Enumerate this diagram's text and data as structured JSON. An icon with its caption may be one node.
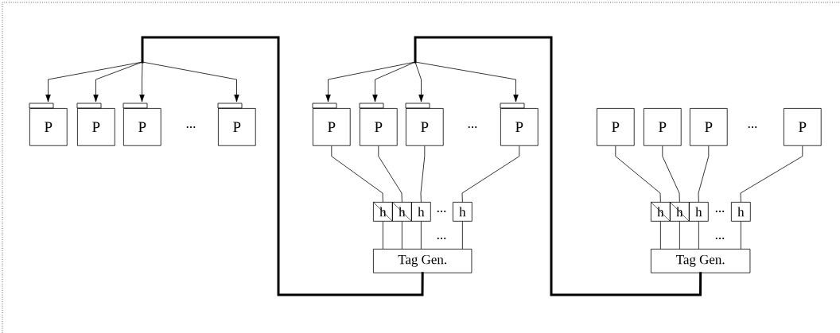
{
  "diagram": {
    "nodes": [
      {
        "text": [
          "P"
        ]
      },
      {
        "text": [
          "P"
        ]
      },
      {
        "text": [
          "P"
        ]
      },
      {
        "text": [
          "P"
        ]
      },
      {
        "text": [
          "P"
        ]
      },
      {
        "text": [
          "P"
        ]
      },
      {
        "text": [
          "P"
        ]
      },
      {
        "text": [
          "P"
        ]
      },
      {
        "text": [
          "P"
        ]
      },
      {
        "text": [
          "P"
        ]
      },
      {
        "text": [
          "P"
        ]
      },
      {
        "text": [
          "P"
        ]
      },
      {
        "text": [
          "h"
        ]
      },
      {
        "text": [
          "h"
        ]
      },
      {
        "text": [
          "h"
        ]
      },
      {
        "text": [
          "h"
        ]
      },
      {
        "text": [
          "Tag Gen."
        ]
      },
      {
        "text": [
          "h"
        ]
      },
      {
        "text": [
          "h"
        ]
      },
      {
        "text": [
          "h"
        ]
      },
      {
        "text": [
          "h"
        ]
      },
      {
        "text": [
          "Tag Gen."
        ]
      }
    ],
    "edges": [
      {
        "from": 16,
        "to": 0,
        "arrow": "to"
      },
      {
        "from": 16,
        "to": 1,
        "arrow": "to"
      },
      {
        "from": 16,
        "to": 2,
        "arrow": "to"
      },
      {
        "from": 16,
        "to": 3,
        "arrow": "to"
      },
      {
        "from": 21,
        "to": 4,
        "arrow": "to"
      },
      {
        "from": 21,
        "to": 5,
        "arrow": "to"
      },
      {
        "from": 21,
        "to": 6,
        "arrow": "to"
      },
      {
        "from": 21,
        "to": 7,
        "arrow": "to"
      },
      {
        "from": 4,
        "to": 12,
        "arrow": "none"
      },
      {
        "from": 5,
        "to": 13,
        "arrow": "none"
      },
      {
        "from": 6,
        "to": 14,
        "arrow": "none"
      },
      {
        "from": 7,
        "to": 15,
        "arrow": "none"
      },
      {
        "from": 8,
        "to": 17,
        "arrow": "none"
      },
      {
        "from": 9,
        "to": 18,
        "arrow": "none"
      },
      {
        "from": 10,
        "to": 19,
        "arrow": "none"
      },
      {
        "from": 11,
        "to": 20,
        "arrow": "none"
      },
      {
        "from": 12,
        "to": 16,
        "arrow": "none"
      },
      {
        "from": 13,
        "to": 16,
        "arrow": "none"
      },
      {
        "from": 14,
        "to": 16,
        "arrow": "none"
      },
      {
        "from": 15,
        "to": 16,
        "arrow": "none"
      },
      {
        "from": 17,
        "to": 21,
        "arrow": "none"
      },
      {
        "from": 18,
        "to": 21,
        "arrow": "none"
      },
      {
        "from": 19,
        "to": 21,
        "arrow": "none"
      },
      {
        "from": 20,
        "to": 21,
        "arrow": "none"
      }
    ],
    "labels": [
      "...",
      "...",
      "...",
      "...",
      "...",
      "...",
      "..."
    ]
  }
}
